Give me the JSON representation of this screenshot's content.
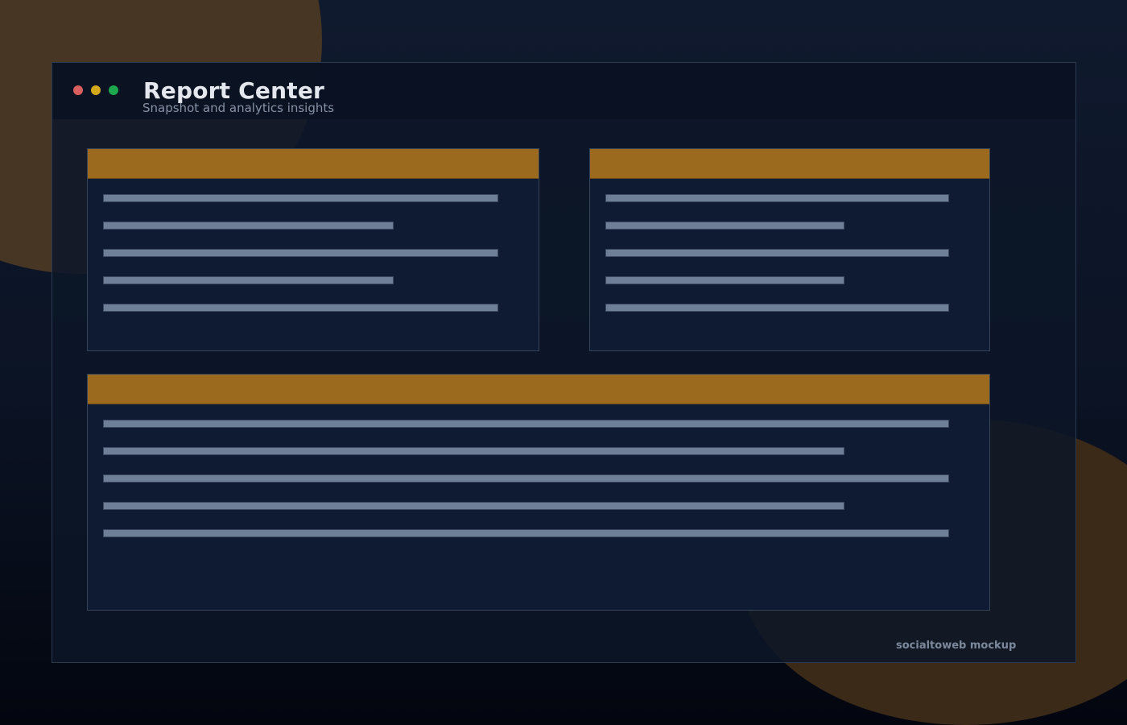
{
  "window": {
    "title": "Report Center",
    "subtitle": "Snapshot and analytics insights",
    "controls": [
      {
        "name": "close",
        "color": "#d9605f"
      },
      {
        "name": "minimize",
        "color": "#d4a81a"
      },
      {
        "name": "maximize",
        "color": "#1ea84e"
      }
    ]
  },
  "panels": [
    {
      "id": "panel-top-left",
      "header_color": "#9c6a1e",
      "rows": 5
    },
    {
      "id": "panel-top-right",
      "header_color": "#9c6a1e",
      "rows": 5
    },
    {
      "id": "panel-bottom-wide",
      "header_color": "#9c6a1e",
      "rows": 5
    }
  ],
  "colors": {
    "accent": "#9c6a1e",
    "placeholder_line": "#6f7f98",
    "panel_bg": "#0f1b32",
    "background": "#0b1324"
  },
  "footer": {
    "watermark": "socialtoweb mockup"
  }
}
